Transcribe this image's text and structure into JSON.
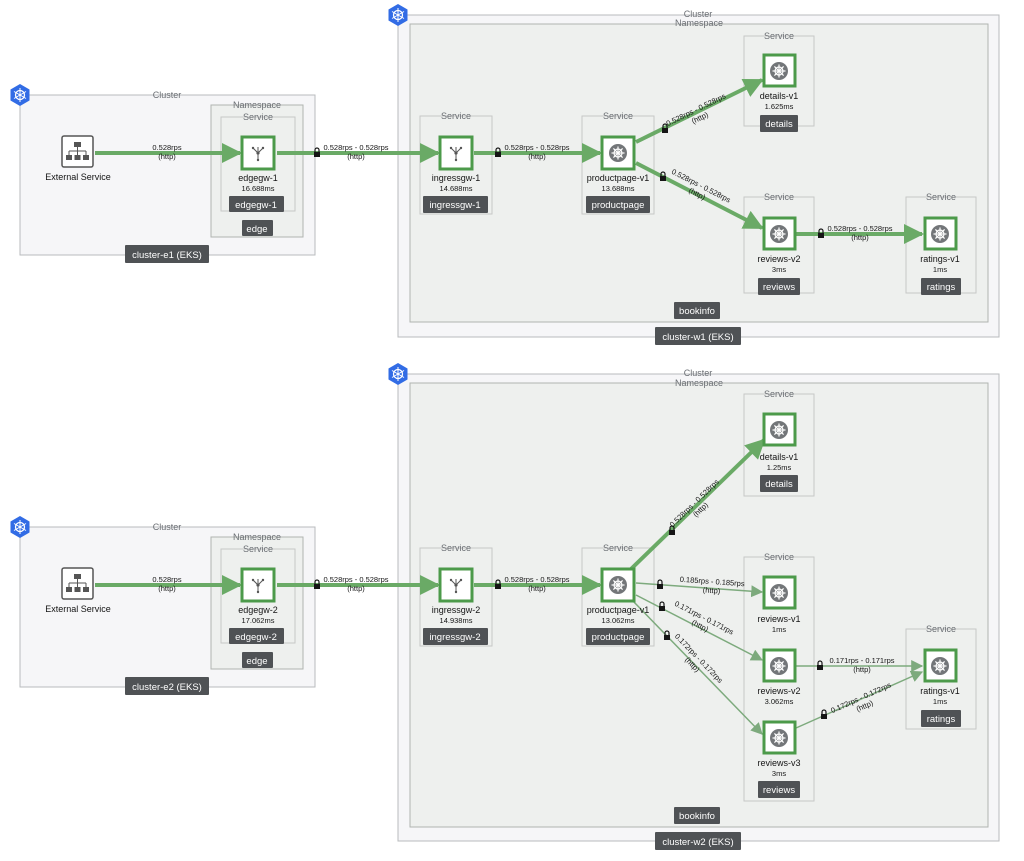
{
  "labels": {
    "cluster": "Cluster",
    "namespace": "Namespace",
    "service": "Service",
    "http": "(http)"
  },
  "groups": [
    {
      "cluster_name": "cluster-e1 (EKS)",
      "namespace": "edge",
      "external": "External Service",
      "ext_rate": "0.528rps",
      "gw": {
        "name": "edgegw-1",
        "ms": "16.688ms",
        "svc": "edgegw-1"
      },
      "ext_to_ingress_rate": "0.528rps - 0.528rps"
    },
    {
      "cluster_name": "cluster-e2 (EKS)",
      "namespace": "edge",
      "external": "External Service",
      "ext_rate": "0.528rps",
      "gw": {
        "name": "edgegw-2",
        "ms": "17.062ms",
        "svc": "edgegw-2"
      },
      "ext_to_ingress_rate": "0.528rps - 0.528rps"
    }
  ],
  "west": [
    {
      "cluster_name": "cluster-w1 (EKS)",
      "namespace": "bookinfo",
      "ingress": {
        "name": "ingressgw-1",
        "ms": "14.688ms",
        "svc": "ingressgw-1"
      },
      "productpage": {
        "name": "productpage-v1",
        "ms": "13.688ms",
        "svc": "productpage"
      },
      "details": {
        "name": "details-v1",
        "ms": "1.625ms",
        "svc": "details"
      },
      "reviews_v2": {
        "name": "reviews-v2",
        "ms": "3ms",
        "svc": "reviews"
      },
      "ratings": {
        "name": "ratings-v1",
        "ms": "1ms",
        "svc": "ratings"
      },
      "rates": {
        "ingress_to_pp": "0.528rps - 0.528rps",
        "pp_to_details": "0.528rps - 0.528rps",
        "pp_to_reviews": "0.528rps - 0.528rps",
        "reviews_to_ratings": "0.528rps - 0.528rps"
      }
    },
    {
      "cluster_name": "cluster-w2 (EKS)",
      "namespace": "bookinfo",
      "ingress": {
        "name": "ingressgw-2",
        "ms": "14.938ms",
        "svc": "ingressgw-2"
      },
      "productpage": {
        "name": "productpage-v1",
        "ms": "13.062ms",
        "svc": "productpage"
      },
      "details": {
        "name": "details-v1",
        "ms": "1.25ms",
        "svc": "details"
      },
      "reviews_v1": {
        "name": "reviews-v1",
        "ms": "1ms"
      },
      "reviews_v2": {
        "name": "reviews-v2",
        "ms": "3.062ms"
      },
      "reviews_v3": {
        "name": "reviews-v3",
        "ms": "3ms"
      },
      "reviews_svc": "reviews",
      "ratings": {
        "name": "ratings-v1",
        "ms": "1ms",
        "svc": "ratings"
      },
      "rates": {
        "ingress_to_pp": "0.528rps - 0.528rps",
        "pp_to_details": "0.528rps - 0.528rps",
        "pp_to_reviews_v1": "0.185rps - 0.185rps",
        "pp_to_reviews_v2": "0.171rps - 0.171rps",
        "pp_to_reviews_v3": "0.172rps - 0.172rps",
        "reviews_v2_to_ratings": "0.171rps - 0.171rps",
        "reviews_v3_to_ratings": "0.172rps - 0.172rps"
      }
    }
  ],
  "colors": {
    "healthy": "#4c9a4a",
    "edge": "#6aaa66",
    "tag": "#4f5255",
    "cluster_icon": "#326ce5"
  }
}
